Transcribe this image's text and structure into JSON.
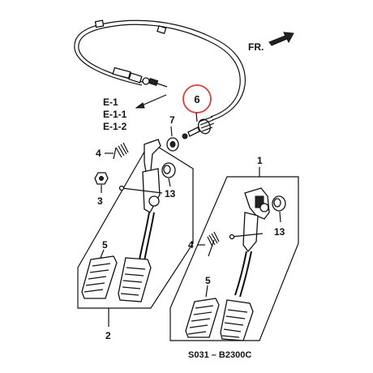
{
  "diagram": {
    "direction_label": "FR.",
    "ref_codes": [
      "E-1",
      "E-1-1",
      "E-1-2"
    ],
    "callouts": {
      "highlighted": "6",
      "washer": "7",
      "spring_upper": "4",
      "nut_upper": "3",
      "bushing_upper": "13",
      "pad_upper": "5",
      "assembly_left": "2",
      "assembly_right": "1",
      "bushing_right": "13",
      "spring_lower": "4",
      "pad_lower": "5"
    },
    "figure_code": "S031 – B2300C",
    "highlight_color": "#e23b3b"
  }
}
